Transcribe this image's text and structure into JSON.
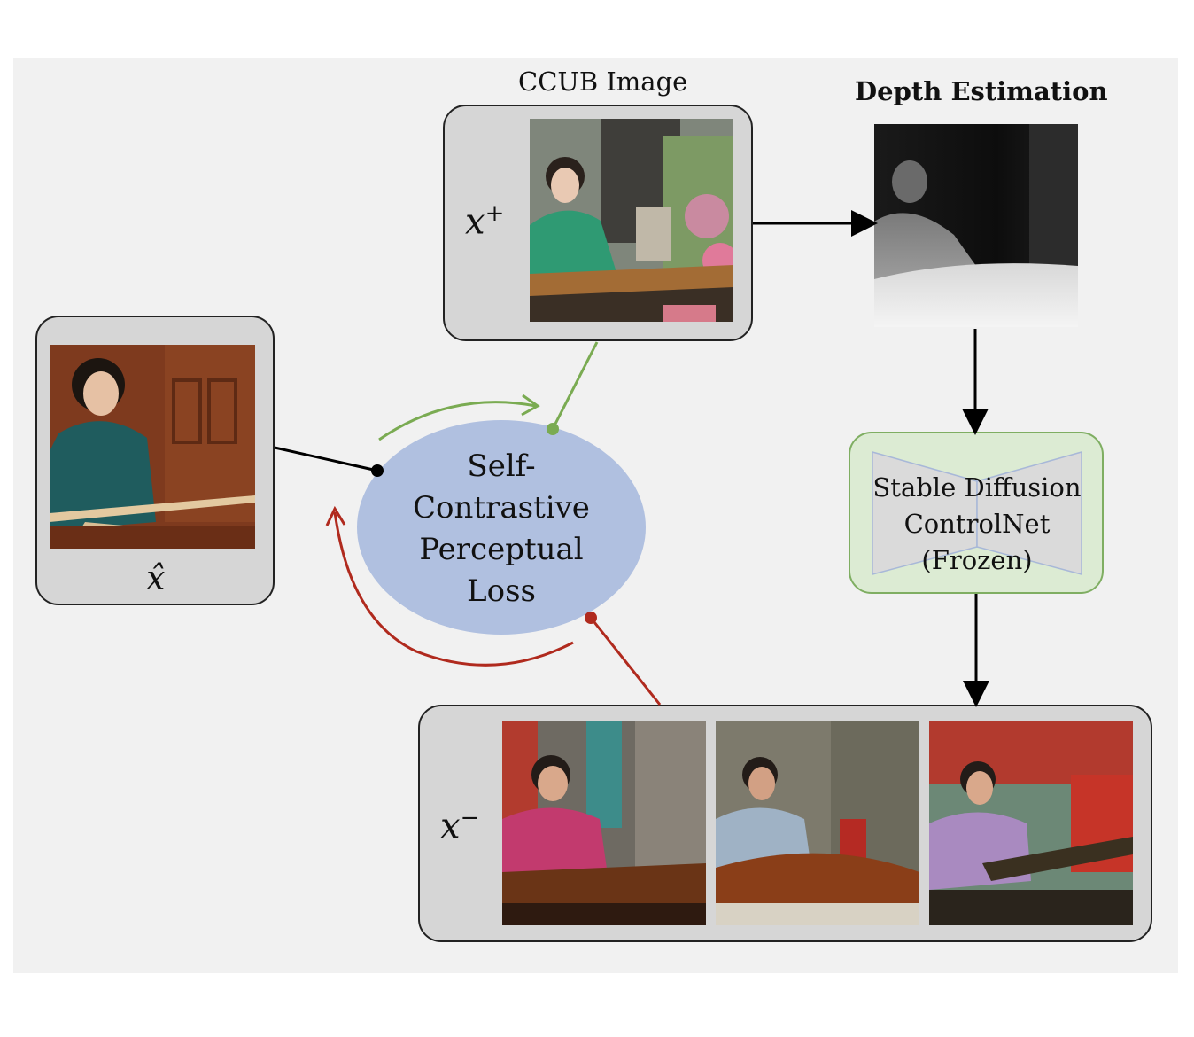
{
  "labels": {
    "ccub_title": "CCUB Image",
    "depth_title": "Depth Estimation",
    "x_plus": "x",
    "x_plus_sup": "+",
    "x_minus": "x",
    "x_minus_sup": "−",
    "x_hat": "x̂",
    "loss_line1": "Self-",
    "loss_line2": "Contrastive",
    "loss_line3": "Perceptual",
    "loss_line4": "Loss",
    "sd_line1": "Stable Diffusion",
    "sd_line2": "ControlNet",
    "sd_line3": "(Frozen)"
  },
  "colors": {
    "panel_bg": "#f1f1f1",
    "box_fill": "#d6d6d6",
    "loss_ellipse": "#b0c0e0",
    "sd_fill": "#dcebd3",
    "sd_border": "#7fae62",
    "positive_arrow": "#7aab52",
    "negative_arrow": "#b02a1e"
  }
}
